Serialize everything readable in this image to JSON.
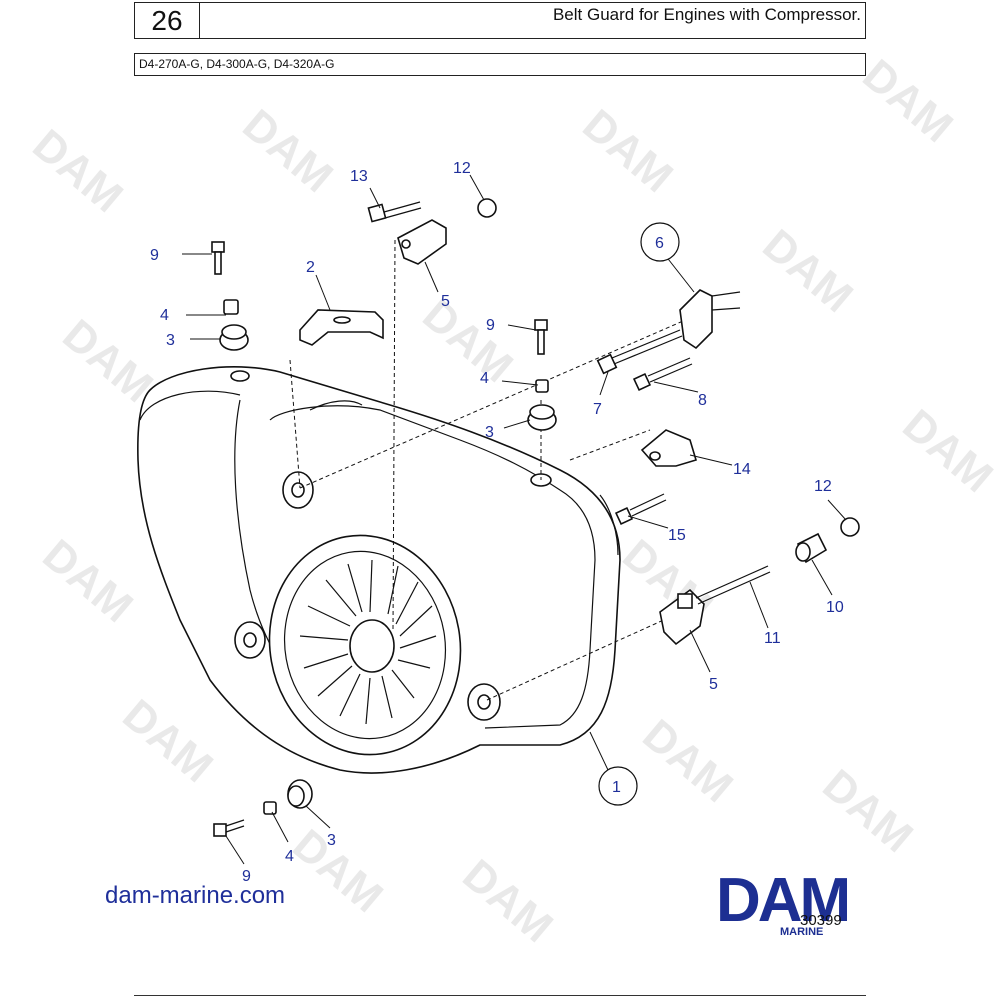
{
  "header": {
    "page_number": "26",
    "title": "Belt Guard for Engines with Compressor.",
    "models": "D4-270A-G, D4-300A-G, D4-320A-G"
  },
  "callouts": {
    "c1": "1",
    "c2": "2",
    "c3a": "3",
    "c3b": "3",
    "c3c": "3",
    "c4a": "4",
    "c4b": "4",
    "c4c": "4",
    "c5a": "5",
    "c5b": "5",
    "c6": "6",
    "c7": "7",
    "c8": "8",
    "c9a": "9",
    "c9b": "9",
    "c9c": "9",
    "c10": "10",
    "c11": "11",
    "c12a": "12",
    "c12b": "12",
    "c13": "13",
    "c14": "14",
    "c15": "15"
  },
  "footer": {
    "website": "dam-marine.com",
    "figure_number": "30399",
    "logo_text": "DAM",
    "logo_subtext": "MARINE"
  },
  "watermark": "DAM",
  "colors": {
    "callout": "#1f2f9a",
    "logo": "#1d2f92"
  }
}
